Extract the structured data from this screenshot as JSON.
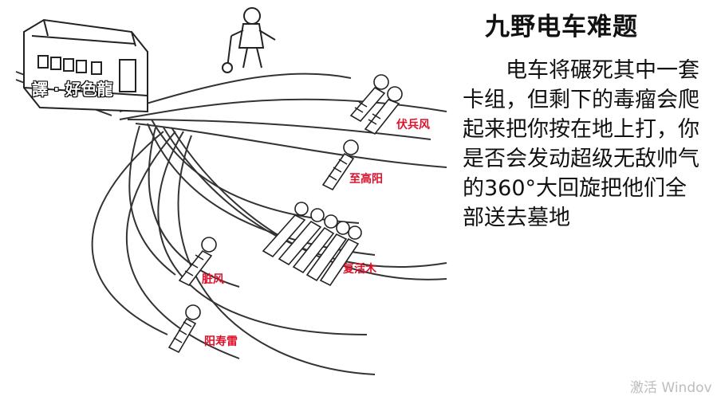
{
  "title": "九野电车难题",
  "body": "电车将碾死其中一套卡组，但剩下的毒瘤会爬起来把你按在地上打，你是否会发动超级无敌帅气的360°大回旋把他们全部送去墓地",
  "labels": {
    "top_right": "伏兵风",
    "upper_middle": "至高阳",
    "group_of_five": "复活木",
    "lower_left": "脏风",
    "bottom": "阳寿雷"
  },
  "logo_text": "譯 · 好色龍",
  "watermark": "激活 Windov"
}
